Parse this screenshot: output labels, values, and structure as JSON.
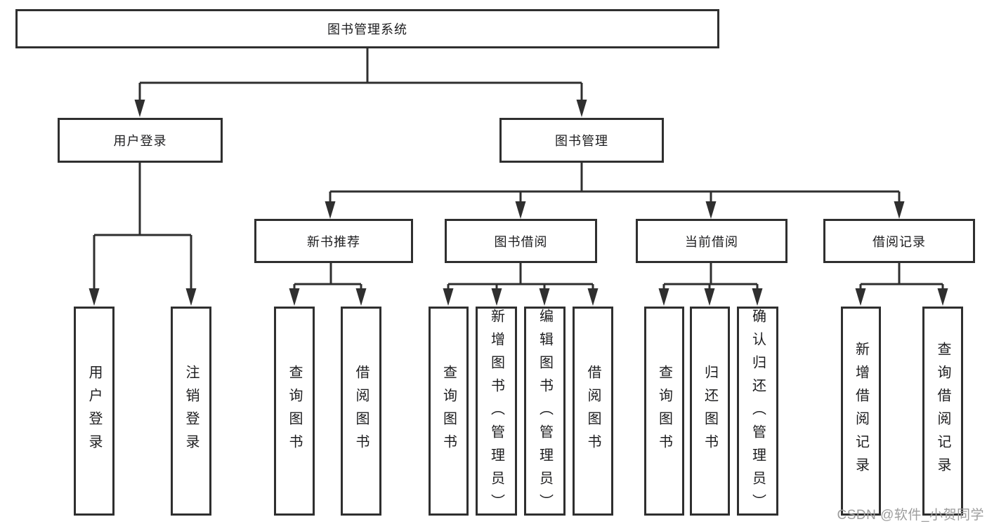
{
  "diagram": {
    "title": "图书管理系统",
    "tree": {
      "root": {
        "label": "图书管理系统",
        "children": [
          {
            "label": "用户登录",
            "children": [
              {
                "label": "用户登录"
              },
              {
                "label": "注销登录"
              }
            ]
          },
          {
            "label": "图书管理",
            "children": [
              {
                "label": "新书推荐",
                "children": [
                  {
                    "label": "查询图书"
                  },
                  {
                    "label": "借阅图书"
                  }
                ]
              },
              {
                "label": "图书借阅",
                "children": [
                  {
                    "label": "查询图书"
                  },
                  {
                    "label": "新增图书（管理员）"
                  },
                  {
                    "label": "编辑图书（管理员）"
                  },
                  {
                    "label": "借阅图书"
                  }
                ]
              },
              {
                "label": "当前借阅",
                "children": [
                  {
                    "label": "查询图书"
                  },
                  {
                    "label": "归还图书"
                  },
                  {
                    "label": "确认归还（管理员）"
                  }
                ]
              },
              {
                "label": "借阅记录",
                "children": [
                  {
                    "label": "新增借阅记录"
                  },
                  {
                    "label": "查询借阅记录"
                  }
                ]
              }
            ]
          }
        ]
      }
    },
    "watermark": "CSDN @软件_小贺同学",
    "colors": {
      "line": "#2f2f2f",
      "ink": "#1d1d1f",
      "watermark": "#9d9d9d",
      "background": "#ffffff"
    }
  }
}
